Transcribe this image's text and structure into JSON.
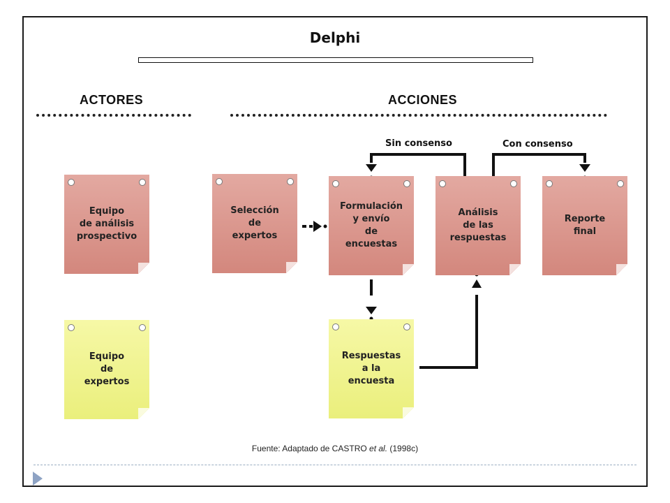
{
  "title": "Delphi",
  "sections": {
    "actors": "ACTORES",
    "actions": "ACCIONES"
  },
  "notes": {
    "equipo_analisis": "Equipo\nde análisis\nprospectivo",
    "equipo_expertos": "Equipo\nde\nexpertos",
    "seleccion": "Selección\nde\nexpertos",
    "formulacion": "Formulación\ny envío\nde\nencuestas",
    "analisis": "Análisis\nde las\nrespuestas",
    "reporte": "Reporte\nfinal",
    "respuestas": "Respuestas\na la\nencuesta"
  },
  "labels": {
    "sin_consenso": "Sin consenso",
    "con_consenso": "Con consenso"
  },
  "source": {
    "prefix": "Fuente: Adaptado de CASTRO ",
    "italic": "et al.",
    "suffix": " (1998c)"
  },
  "colors": {
    "note_pink": "#d9938a",
    "note_yellow": "#eef184",
    "line": "#111111",
    "accent": "#8ea3c4"
  }
}
